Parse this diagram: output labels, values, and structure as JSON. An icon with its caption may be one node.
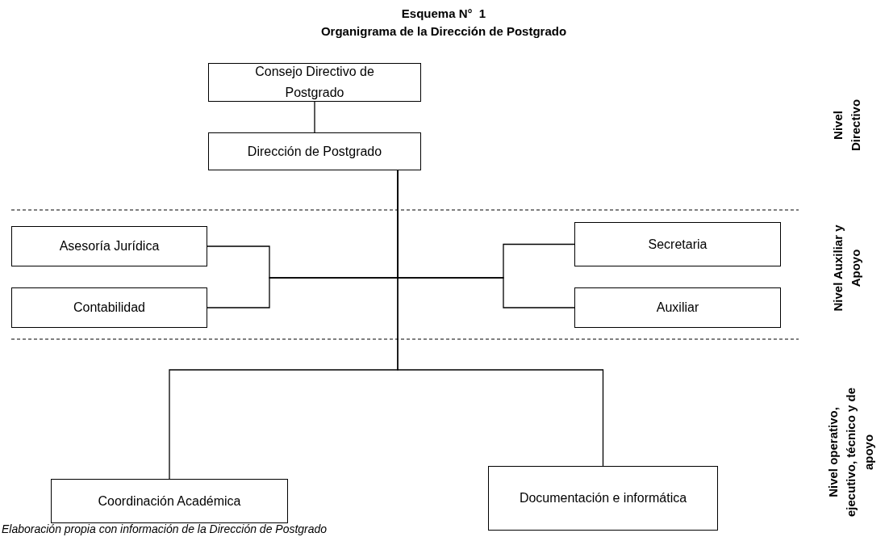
{
  "diagram": {
    "title": "Esquema N°  1",
    "caption": "Elaboración propia con información de la Dirección de Postgrado",
    "nodes": [
      {
        "text": [
          "Consejo Directivo de Postgrado"
        ]
      },
      {
        "text": [
          "Dirección de Postgrado"
        ]
      },
      {
        "text": [
          "Asesoría Jurídica"
        ]
      },
      {
        "text": [
          "Contabilidad"
        ]
      },
      {
        "text": [
          "Secretaria"
        ]
      },
      {
        "text": [
          "Auxiliar"
        ]
      },
      {
        "text": [
          "Coordinación Académica"
        ]
      },
      {
        "text": [
          "Documentación e informática"
        ]
      }
    ],
    "edges": [
      {
        "from": 0,
        "to": 1,
        "arrow": "none"
      },
      {
        "from": 1,
        "to": 2,
        "arrow": "none"
      },
      {
        "from": 1,
        "to": 3,
        "arrow": "none"
      },
      {
        "from": 1,
        "to": 4,
        "arrow": "none"
      },
      {
        "from": 1,
        "to": 5,
        "arrow": "none"
      },
      {
        "from": 1,
        "to": 6,
        "arrow": "none"
      },
      {
        "from": 1,
        "to": 7,
        "arrow": "none"
      }
    ],
    "labels": [
      "Organigrama de la Dirección de Postgrado",
      "Nivel Directivo",
      "Nivel Auxiliar y Apoyo",
      "Nivel operativo, ejecutivo, técnico y de apoyo"
    ]
  }
}
